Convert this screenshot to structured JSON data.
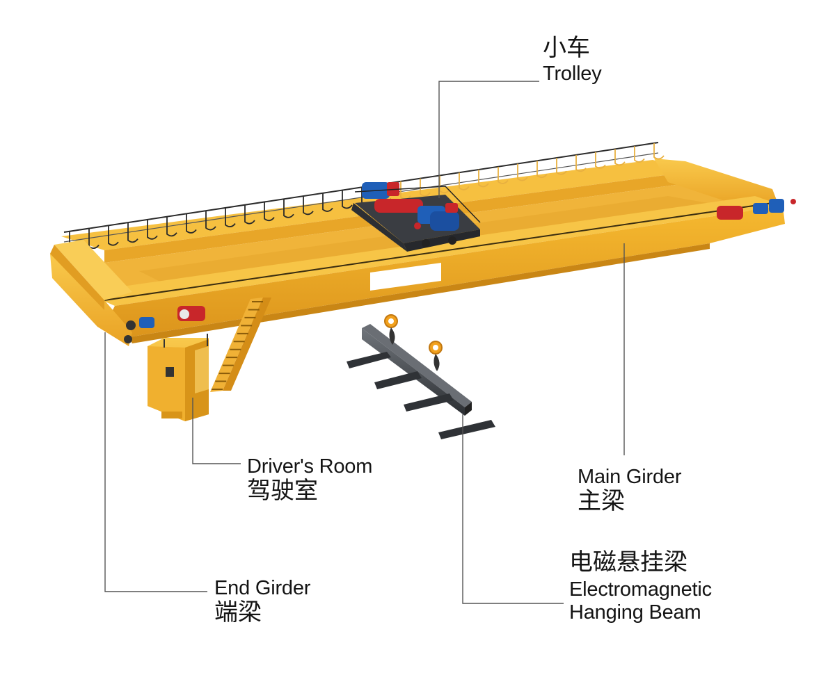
{
  "labels": {
    "trolley": {
      "zh": "小车",
      "en": "Trolley"
    },
    "drivers_room": {
      "en": "Driver's Room",
      "zh": "驾驶室"
    },
    "main_girder": {
      "en": "Main Girder",
      "zh": "主梁"
    },
    "end_girder": {
      "en": "End Girder",
      "zh": "端梁"
    },
    "hanging_beam": {
      "zh": "电磁悬挂梁",
      "en_line1": "Electromagnetic",
      "en_line2": "Hanging Beam"
    }
  },
  "colors": {
    "crane_yellow": "#f2b12a",
    "crane_yellow_dark": "#d8951a",
    "crane_yellow_light": "#f9cc52",
    "trolley_frame": "#3a3d42",
    "motor_blue": "#1f5fb8",
    "motor_red": "#c8262a",
    "beam_gray": "#3b3e42",
    "leader_line": "#555555"
  }
}
